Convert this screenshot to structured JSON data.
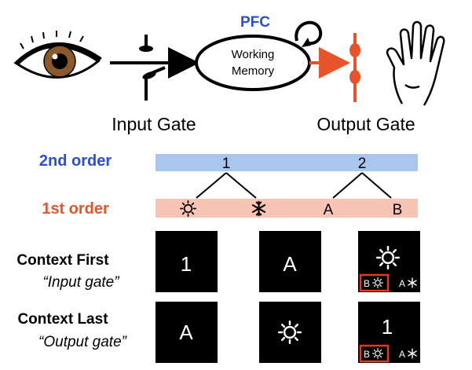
{
  "top": {
    "pfc_label": "PFC",
    "wm_line1": "Working",
    "wm_line2": "Memory",
    "input_gate": "Input Gate",
    "output_gate": "Output Gate"
  },
  "hierarchy": {
    "second_order_label": "2nd order",
    "first_order_label": "1st order",
    "second_items": [
      "1",
      "2"
    ],
    "first_items": [
      "sun-icon",
      "snowflake-icon",
      "A",
      "B"
    ],
    "colors": {
      "second_bar": "#a9c6ef",
      "first_bar": "#f7c4b6",
      "second_text": "#2b4fd1",
      "first_text": "#e8542a"
    }
  },
  "rows": [
    {
      "title": "Context First",
      "subtitle": "“Input gate”",
      "cells": [
        "1",
        "A",
        "sun-icon"
      ],
      "choices": [
        "B",
        "A"
      ]
    },
    {
      "title": "Context Last",
      "subtitle": "“Output gate”",
      "cells": [
        "A",
        "sun-icon",
        "1"
      ],
      "choices": [
        "B",
        "A"
      ]
    }
  ],
  "colors": {
    "accent_blue": "#2b4fd1",
    "accent_orange": "#e8542a",
    "highlight_box": "#e23a1e"
  }
}
